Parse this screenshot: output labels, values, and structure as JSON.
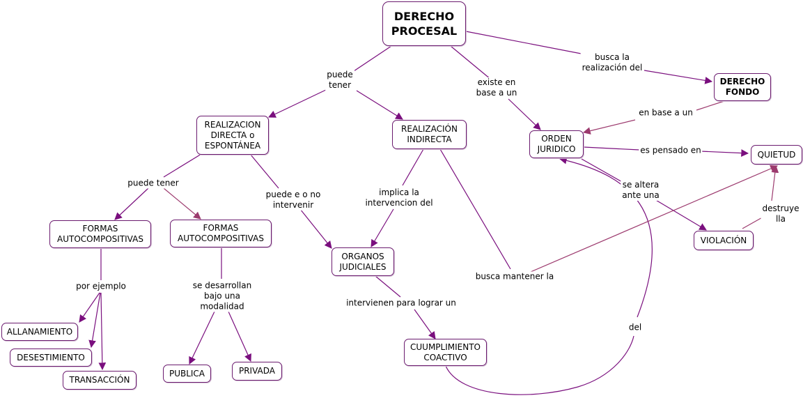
{
  "colors": {
    "edge": "#7a0f7e",
    "edge_alt": "#9c3a6e",
    "node_border": "#6a1a6e"
  },
  "nodes": {
    "derecho_procesal": "DERECHO\nPROCESAL",
    "derecho_fondo": "DERECHO\nFONDO",
    "realizacion_directa": "REALIZACION\nDIRECTA o\nESPONTÁNEA",
    "realizacion_indirecta": "REALIZACIÓN\nINDIRECTA",
    "orden_juridico": "ORDEN\nJURIDICO",
    "quietud": "QUIETUD",
    "formas_auto_1": "FORMAS\nAUTOCOMPOSITIVAS",
    "formas_auto_2": "FORMAS\nAUTOCOMPOSITIVAS",
    "organos_judiciales": "ORGANOS\nJUDICIALES",
    "violacion": "VIOLACIÓN",
    "allanamiento": "ALLANAMIENTO",
    "desestimiento": "DESESTIMIENTO",
    "transaccion": "TRANSACCIÓN",
    "publica": "PUBLICA",
    "privada": "PRIVADA",
    "cumplimiento_coactivo": "CUUMPLIMIENTO\nCOACTIVO"
  },
  "links": {
    "puede_tener_1": "puede\ntener",
    "existe_en": "existe en\nbase a un",
    "busca_realizacion": "busca la\nrealización del",
    "en_base_a_un": "en base a un",
    "es_pensado_en": "es pensado en",
    "puede_tener_2": "puede tener",
    "puede_intervenir": "puede e o no\nintervenir",
    "implica": "implica la\nintervencion del",
    "se_altera": "se altera\nante una",
    "destruye": "destruye\nlla",
    "por_ejemplo": "por ejemplo",
    "se_desarrollan": "se desarrollan\nbajo una\nmodalidad",
    "busca_mantener": "busca mantener la",
    "intervienen": "intervienen para lograr un",
    "del": "del"
  }
}
